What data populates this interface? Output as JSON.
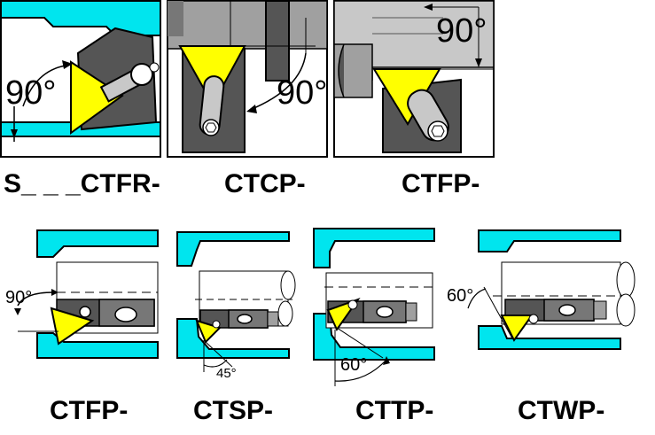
{
  "diagrams": [
    {
      "label": "S_ _ _CTFR-",
      "angle": "90°"
    },
    {
      "label": "CTCP-",
      "angle": "90°"
    },
    {
      "label": "CTFP-",
      "angle": "90°"
    },
    {
      "label": "CTFP-",
      "angle": "90°"
    },
    {
      "label": "CTSP-",
      "angle": "45°"
    },
    {
      "label": "CTTP-",
      "angle": "60°"
    },
    {
      "label": "CTWP-",
      "angle": "60°"
    }
  ],
  "colors": {
    "insert": "#ffff00",
    "workpiece": "#00e5ee",
    "holder": "#555555",
    "holder_light": "#a0a0a0"
  }
}
